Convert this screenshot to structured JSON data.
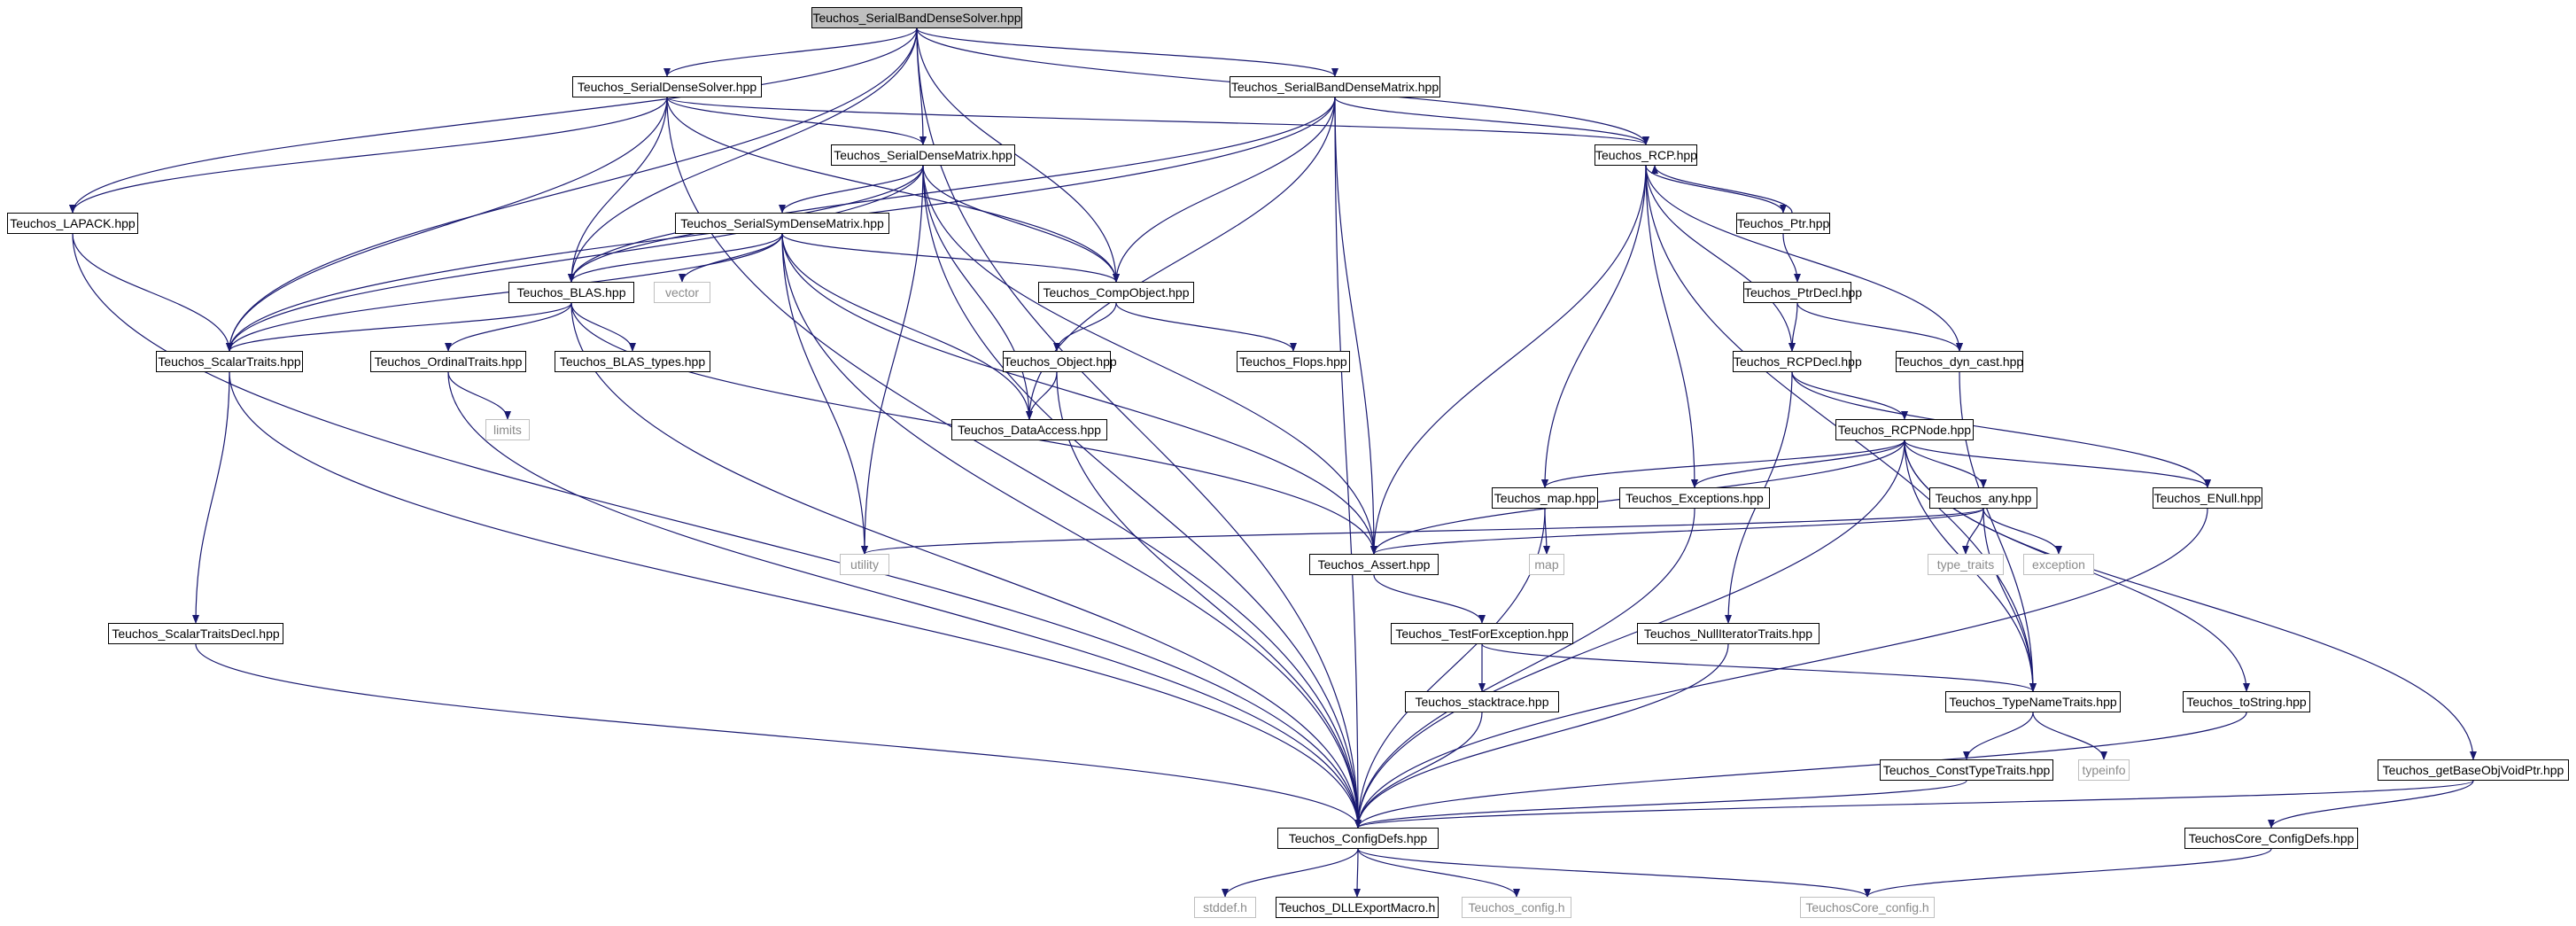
{
  "graph": {
    "title": "Teuchos_SerialBandDenseSolver.hpp",
    "colors": {
      "edge": "#191970",
      "box_border": "#000000",
      "ext_border": "#bfbfbf",
      "ext_text": "#8a8a8a",
      "root_fill": "#bfbfbf"
    },
    "nodes": [
      {
        "id": "root",
        "label": "Teuchos_SerialBandDenseSolver.hpp",
        "kind": "root"
      },
      {
        "id": "sds",
        "label": "Teuchos_SerialDenseSolver.hpp",
        "kind": "file"
      },
      {
        "id": "sbdm",
        "label": "Teuchos_SerialBandDenseMatrix.hpp",
        "kind": "file"
      },
      {
        "id": "sdm",
        "label": "Teuchos_SerialDenseMatrix.hpp",
        "kind": "file"
      },
      {
        "id": "rcp",
        "label": "Teuchos_RCP.hpp",
        "kind": "file"
      },
      {
        "id": "lapack",
        "label": "Teuchos_LAPACK.hpp",
        "kind": "file"
      },
      {
        "id": "ssdm",
        "label": "Teuchos_SerialSymDenseMatrix.hpp",
        "kind": "file"
      },
      {
        "id": "ptr",
        "label": "Teuchos_Ptr.hpp",
        "kind": "file"
      },
      {
        "id": "blas",
        "label": "Teuchos_BLAS.hpp",
        "kind": "file"
      },
      {
        "id": "vector",
        "label": "vector",
        "kind": "ext"
      },
      {
        "id": "compobj",
        "label": "Teuchos_CompObject.hpp",
        "kind": "file"
      },
      {
        "id": "ptrdecl",
        "label": "Teuchos_PtrDecl.hpp",
        "kind": "file"
      },
      {
        "id": "scalar",
        "label": "Teuchos_ScalarTraits.hpp",
        "kind": "file"
      },
      {
        "id": "ordinal",
        "label": "Teuchos_OrdinalTraits.hpp",
        "kind": "file"
      },
      {
        "id": "blastypes",
        "label": "Teuchos_BLAS_types.hpp",
        "kind": "file"
      },
      {
        "id": "object",
        "label": "Teuchos_Object.hpp",
        "kind": "file"
      },
      {
        "id": "flops",
        "label": "Teuchos_Flops.hpp",
        "kind": "file"
      },
      {
        "id": "rcpdecl",
        "label": "Teuchos_RCPDecl.hpp",
        "kind": "file"
      },
      {
        "id": "dyncast",
        "label": "Teuchos_dyn_cast.hpp",
        "kind": "file"
      },
      {
        "id": "limits",
        "label": "limits",
        "kind": "ext"
      },
      {
        "id": "dataacc",
        "label": "Teuchos_DataAccess.hpp",
        "kind": "file"
      },
      {
        "id": "rcpnode",
        "label": "Teuchos_RCPNode.hpp",
        "kind": "file"
      },
      {
        "id": "map_h",
        "label": "Teuchos_map.hpp",
        "kind": "file"
      },
      {
        "id": "except",
        "label": "Teuchos_Exceptions.hpp",
        "kind": "file"
      },
      {
        "id": "any",
        "label": "Teuchos_any.hpp",
        "kind": "file"
      },
      {
        "id": "enull",
        "label": "Teuchos_ENull.hpp",
        "kind": "file"
      },
      {
        "id": "utility",
        "label": "utility",
        "kind": "ext"
      },
      {
        "id": "assert",
        "label": "Teuchos_Assert.hpp",
        "kind": "file"
      },
      {
        "id": "map",
        "label": "map",
        "kind": "ext"
      },
      {
        "id": "typetraits",
        "label": "type_traits",
        "kind": "ext"
      },
      {
        "id": "exception",
        "label": "exception",
        "kind": "ext"
      },
      {
        "id": "scalardecl",
        "label": "Teuchos_ScalarTraitsDecl.hpp",
        "kind": "file"
      },
      {
        "id": "tfe",
        "label": "Teuchos_TestForException.hpp",
        "kind": "file"
      },
      {
        "id": "nullit",
        "label": "Teuchos_NullIteratorTraits.hpp",
        "kind": "file"
      },
      {
        "id": "stack",
        "label": "Teuchos_stacktrace.hpp",
        "kind": "file"
      },
      {
        "id": "tnt",
        "label": "Teuchos_TypeNameTraits.hpp",
        "kind": "file"
      },
      {
        "id": "tostring",
        "label": "Teuchos_toString.hpp",
        "kind": "file"
      },
      {
        "id": "ctt",
        "label": "Teuchos_ConstTypeTraits.hpp",
        "kind": "file"
      },
      {
        "id": "typeinfo",
        "label": "typeinfo",
        "kind": "ext"
      },
      {
        "id": "gbovp",
        "label": "Teuchos_getBaseObjVoidPtr.hpp",
        "kind": "file"
      },
      {
        "id": "config",
        "label": "Teuchos_ConfigDefs.hpp",
        "kind": "file"
      },
      {
        "id": "corecfgdefs",
        "label": "TeuchosCore_ConfigDefs.hpp",
        "kind": "file"
      },
      {
        "id": "stddef",
        "label": "stddef.h",
        "kind": "ext"
      },
      {
        "id": "dllexp",
        "label": "Teuchos_DLLExportMacro.h",
        "kind": "file"
      },
      {
        "id": "tconfig",
        "label": "Teuchos_config.h",
        "kind": "ext"
      },
      {
        "id": "coreconfig",
        "label": "TeuchosCore_config.h",
        "kind": "ext"
      }
    ],
    "edges": [
      [
        "root",
        "sds"
      ],
      [
        "root",
        "sbdm"
      ],
      [
        "root",
        "sdm"
      ],
      [
        "root",
        "rcp"
      ],
      [
        "root",
        "lapack"
      ],
      [
        "root",
        "blas"
      ],
      [
        "root",
        "compobj"
      ],
      [
        "root",
        "scalar"
      ],
      [
        "root",
        "config"
      ],
      [
        "sds",
        "rcp"
      ],
      [
        "sds",
        "lapack"
      ],
      [
        "sds",
        "sdm"
      ],
      [
        "sds",
        "blas"
      ],
      [
        "sds",
        "compobj"
      ],
      [
        "sds",
        "scalar"
      ],
      [
        "sds",
        "config"
      ],
      [
        "sbdm",
        "rcp"
      ],
      [
        "sbdm",
        "blas"
      ],
      [
        "sbdm",
        "compobj"
      ],
      [
        "sbdm",
        "scalar"
      ],
      [
        "sbdm",
        "dataacc"
      ],
      [
        "sbdm",
        "assert"
      ],
      [
        "sbdm",
        "config"
      ],
      [
        "sdm",
        "ssdm"
      ],
      [
        "sdm",
        "blas"
      ],
      [
        "sdm",
        "compobj"
      ],
      [
        "sdm",
        "scalar"
      ],
      [
        "sdm",
        "dataacc"
      ],
      [
        "sdm",
        "utility"
      ],
      [
        "sdm",
        "assert"
      ],
      [
        "sdm",
        "config"
      ],
      [
        "ssdm",
        "blas"
      ],
      [
        "ssdm",
        "vector"
      ],
      [
        "ssdm",
        "compobj"
      ],
      [
        "ssdm",
        "scalar"
      ],
      [
        "ssdm",
        "dataacc"
      ],
      [
        "ssdm",
        "utility"
      ],
      [
        "ssdm",
        "assert"
      ],
      [
        "ssdm",
        "config"
      ],
      [
        "lapack",
        "scalar"
      ],
      [
        "lapack",
        "config"
      ],
      [
        "blas",
        "scalar"
      ],
      [
        "blas",
        "ordinal"
      ],
      [
        "blas",
        "blastypes"
      ],
      [
        "blas",
        "assert"
      ],
      [
        "blas",
        "config"
      ],
      [
        "compobj",
        "object"
      ],
      [
        "compobj",
        "flops"
      ],
      [
        "object",
        "dataacc"
      ],
      [
        "object",
        "config"
      ],
      [
        "scalar",
        "scalardecl"
      ],
      [
        "scalar",
        "config"
      ],
      [
        "ordinal",
        "limits"
      ],
      [
        "ordinal",
        "config"
      ],
      [
        "scalardecl",
        "config"
      ],
      [
        "rcp",
        "ptr"
      ],
      [
        "rcp",
        "rcpdecl"
      ],
      [
        "rcp",
        "dyncast"
      ],
      [
        "rcp",
        "map_h"
      ],
      [
        "rcp",
        "except"
      ],
      [
        "rcp",
        "assert"
      ],
      [
        "rcp",
        "tnt"
      ],
      [
        "ptr",
        "rcp"
      ],
      [
        "ptr",
        "ptrdecl"
      ],
      [
        "ptrdecl",
        "rcpdecl"
      ],
      [
        "ptrdecl",
        "dyncast"
      ],
      [
        "rcpdecl",
        "rcpnode"
      ],
      [
        "rcpdecl",
        "enull"
      ],
      [
        "rcpdecl",
        "nullit"
      ],
      [
        "dyncast",
        "tnt"
      ],
      [
        "rcpnode",
        "map_h"
      ],
      [
        "rcpnode",
        "except"
      ],
      [
        "rcpnode",
        "any"
      ],
      [
        "rcpnode",
        "enull"
      ],
      [
        "rcpnode",
        "assert"
      ],
      [
        "rcpnode",
        "tnt"
      ],
      [
        "rcpnode",
        "tostring"
      ],
      [
        "rcpnode",
        "gbovp"
      ],
      [
        "rcpnode",
        "config"
      ],
      [
        "map_h",
        "map"
      ],
      [
        "map_h",
        "config"
      ],
      [
        "except",
        "config"
      ],
      [
        "any",
        "utility"
      ],
      [
        "any",
        "typetraits"
      ],
      [
        "any",
        "exception"
      ],
      [
        "any",
        "assert"
      ],
      [
        "any",
        "tnt"
      ],
      [
        "enull",
        "config"
      ],
      [
        "assert",
        "tfe"
      ],
      [
        "tfe",
        "stack"
      ],
      [
        "tfe",
        "tnt"
      ],
      [
        "stack",
        "config"
      ],
      [
        "nullit",
        "config"
      ],
      [
        "tnt",
        "ctt"
      ],
      [
        "tnt",
        "typeinfo"
      ],
      [
        "ctt",
        "config"
      ],
      [
        "tostring",
        "config"
      ],
      [
        "gbovp",
        "config"
      ],
      [
        "gbovp",
        "corecfgdefs"
      ],
      [
        "config",
        "stddef"
      ],
      [
        "config",
        "dllexp"
      ],
      [
        "config",
        "tconfig"
      ],
      [
        "config",
        "coreconfig"
      ],
      [
        "corecfgdefs",
        "coreconfig"
      ]
    ]
  }
}
